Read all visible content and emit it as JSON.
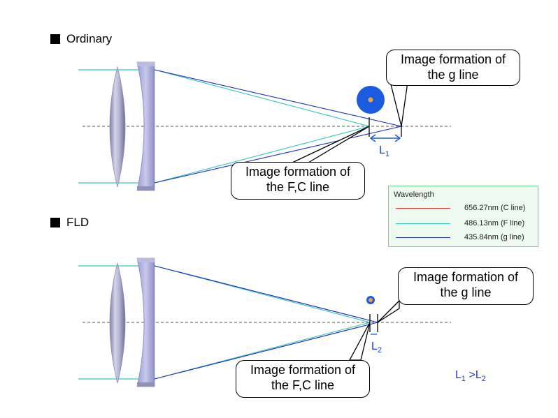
{
  "sections": [
    {
      "title": "Ordinary",
      "callout_g": [
        "Image formation of",
        "the g line"
      ],
      "callout_fc": [
        "Image formation of",
        "the F,C line"
      ],
      "distance_label": "L",
      "distance_subscript": "1"
    },
    {
      "title": "FLD",
      "callout_g": [
        "Image formation of",
        "the g line"
      ],
      "callout_fc": [
        "Image formation of",
        "the F,C line"
      ],
      "distance_label": "L",
      "distance_subscript": "2"
    }
  ],
  "legend": {
    "title": "Wavelength",
    "items": [
      {
        "label": "656.27nm (C line)",
        "color": "#e8332c"
      },
      {
        "label": "486.13nm (F line)",
        "color": "#2ec7c0"
      },
      {
        "label": "435.84nm (g line)",
        "color": "#1f2fb8"
      }
    ]
  },
  "comparison": {
    "l1": "L",
    "l1_sub": "1",
    "op": " >",
    "l2": "L",
    "l2_sub": "2"
  },
  "colors": {
    "g_line": "#1f2fb8",
    "f_line": "#2ec7c0",
    "c_line": "#e8332c",
    "spot": "#1a5be0",
    "spot_core": "#f2a23a",
    "accent_blue": "#1a3bd6"
  }
}
